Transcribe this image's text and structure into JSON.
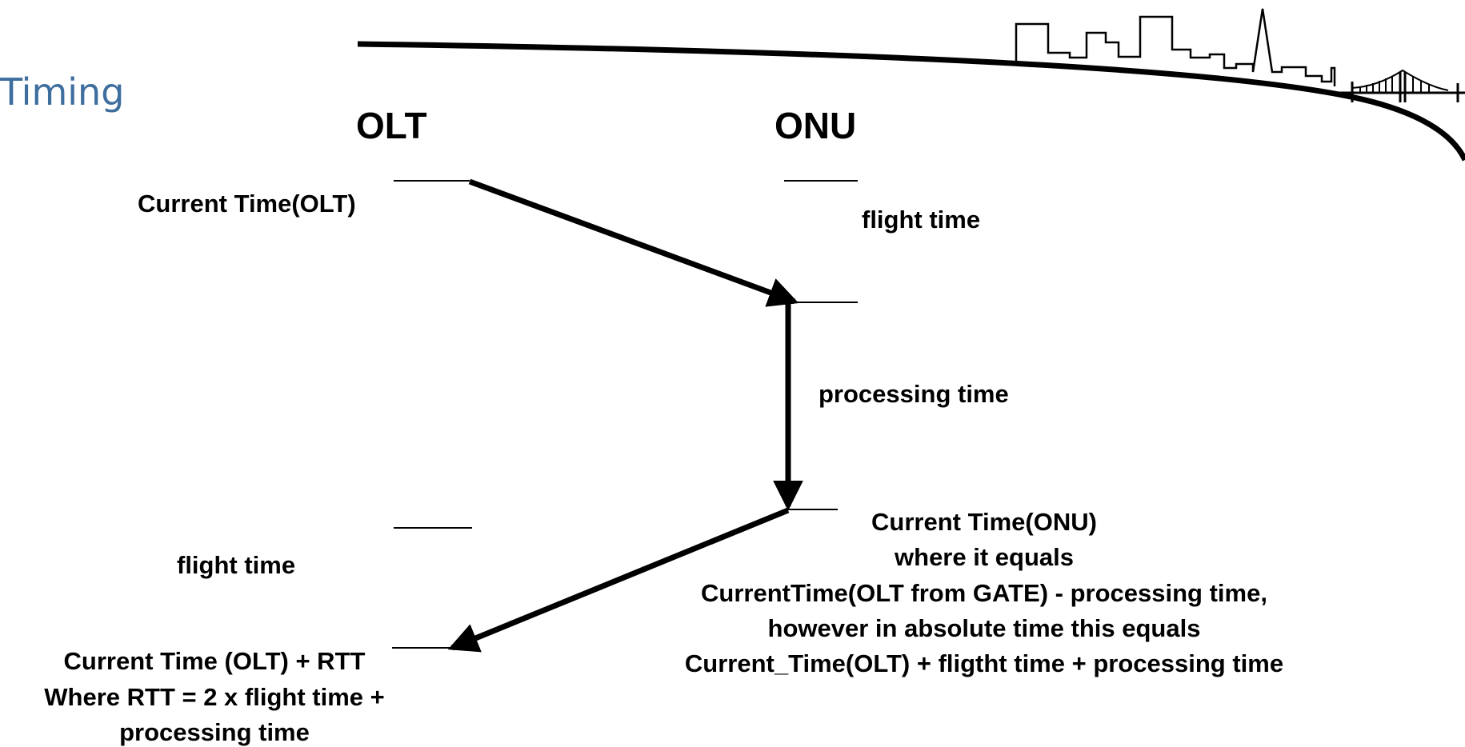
{
  "title": "Timing",
  "headers": {
    "olt": "OLT",
    "onu": "ONU"
  },
  "labels": {
    "current_time_olt": "Current Time(OLT)",
    "flight_time_top": "flight time",
    "processing_time": "processing time",
    "flight_time_bottom": "flight time",
    "onu_note": [
      "Current Time(ONU)",
      "where it equals",
      "CurrentTime(OLT from GATE) - processing time,",
      "however in absolute time this equals",
      "Current_Time(OLT) + fligtht time + processing time"
    ],
    "rtt_note": [
      "Current Time (OLT) + RTT",
      "Where RTT = 2 x flight time +",
      "processing time"
    ]
  },
  "colors": {
    "title": "#3d6e9e",
    "ink": "#000000"
  },
  "decoration": {
    "header_graphic": "skyline-bridge-arc"
  }
}
